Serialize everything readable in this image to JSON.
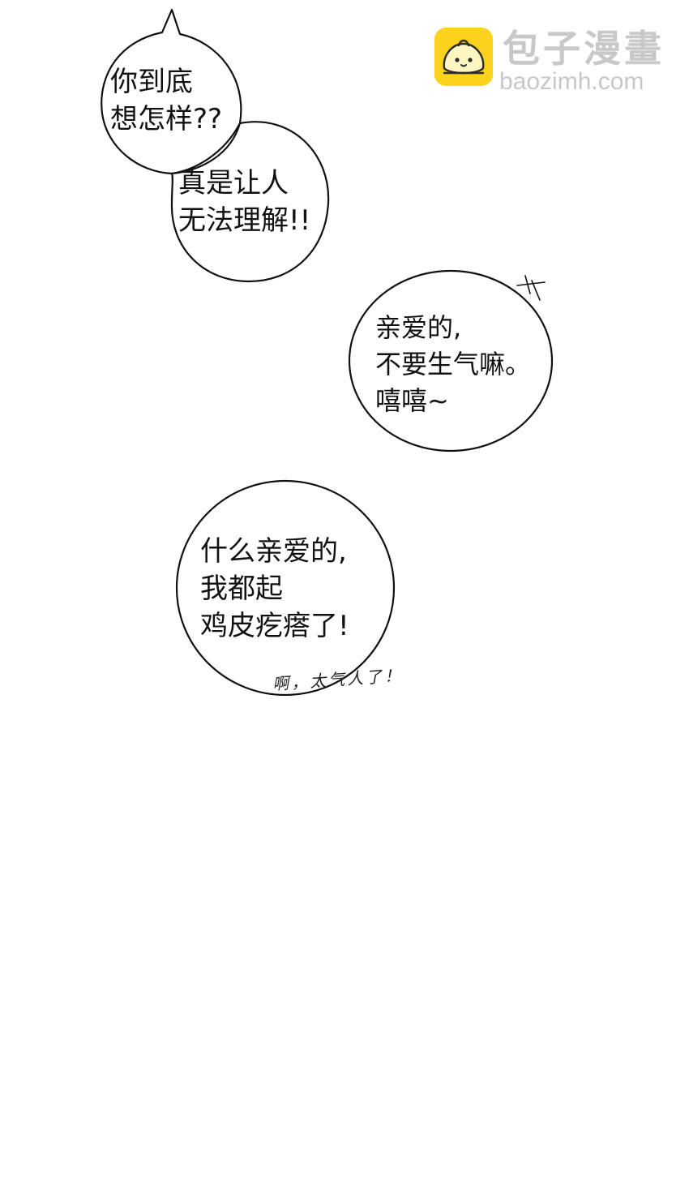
{
  "watermark": {
    "title": "包子漫畫",
    "url": "baozimh.com",
    "logo_icon": "bun-mascot-icon",
    "logo_color": "#fcd21d"
  },
  "bubbles": [
    {
      "id": "bubble-1",
      "lines": [
        "你到底",
        "想怎样??"
      ]
    },
    {
      "id": "bubble-2",
      "lines": [
        "真是让人",
        "无法理解!!"
      ]
    },
    {
      "id": "bubble-3",
      "lines": [
        "亲爱的,",
        "不要生气嘛。",
        "嘻嘻~"
      ]
    },
    {
      "id": "bubble-4",
      "lines": [
        "什么亲爱的,",
        "我都起",
        "鸡皮疙瘩了!"
      ]
    }
  ],
  "handwritten_note": "啊，太气人了！",
  "colors": {
    "background": "#ffffff",
    "line": "#111111"
  }
}
